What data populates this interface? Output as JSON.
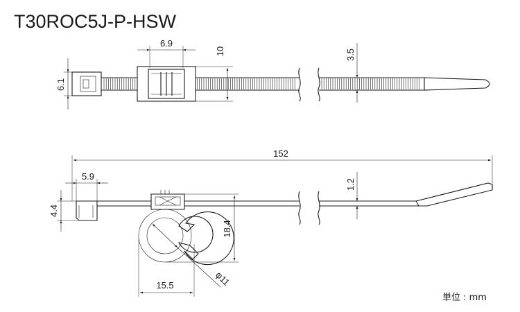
{
  "title": "T30ROC5J-P-HSW",
  "unit_label": "単位 : mm",
  "dimensions": {
    "top_head_width": "6.9",
    "top_clamp_height": "10",
    "top_band_thickness": "3.5",
    "top_head_height": "6.1",
    "overall_length": "152",
    "side_head_length": "5.9",
    "side_band_thickness": "1.2",
    "side_head_height": "4.4",
    "clamp_height": "18.4",
    "clamp_width": "15.5",
    "clamp_diameter": "φ11"
  }
}
